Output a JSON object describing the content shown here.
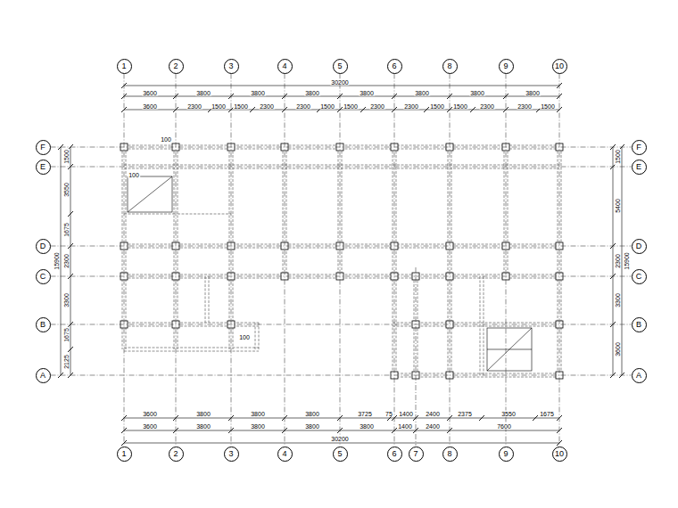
{
  "diagram": {
    "nodes": [
      {
        "text": [
          "1"
        ]
      },
      {
        "text": [
          "2"
        ]
      },
      {
        "text": [
          "3"
        ]
      },
      {
        "text": [
          "4"
        ]
      },
      {
        "text": [
          "5"
        ]
      },
      {
        "text": [
          "6"
        ]
      },
      {
        "text": [
          "8"
        ]
      },
      {
        "text": [
          "9"
        ]
      },
      {
        "text": [
          "10"
        ]
      },
      {
        "text": [
          "F"
        ]
      },
      {
        "text": [
          "E"
        ]
      },
      {
        "text": [
          "D"
        ]
      },
      {
        "text": [
          "C"
        ]
      },
      {
        "text": [
          "B"
        ]
      },
      {
        "text": [
          "A"
        ]
      },
      {
        "text": [
          "F"
        ]
      },
      {
        "text": [
          "E"
        ]
      },
      {
        "text": [
          "D"
        ]
      },
      {
        "text": [
          "C"
        ]
      },
      {
        "text": [
          "B"
        ]
      },
      {
        "text": [
          "A"
        ]
      },
      {
        "text": [
          "1"
        ]
      },
      {
        "text": [
          "2"
        ]
      },
      {
        "text": [
          "3"
        ]
      },
      {
        "text": [
          "4"
        ]
      },
      {
        "text": [
          "5"
        ]
      },
      {
        "text": [
          "6"
        ]
      },
      {
        "text": [
          "7"
        ]
      },
      {
        "text": [
          "8"
        ]
      },
      {
        "text": [
          "9"
        ]
      },
      {
        "text": [
          "10"
        ]
      }
    ],
    "edges": [
      {
        "from": 0,
        "to": 21,
        "arrow": "none"
      },
      {
        "from": 1,
        "to": 22,
        "arrow": "none"
      },
      {
        "from": 2,
        "to": 23,
        "arrow": "none"
      },
      {
        "from": 3,
        "to": 24,
        "arrow": "none"
      },
      {
        "from": 4,
        "to": 25,
        "arrow": "none"
      },
      {
        "from": 5,
        "to": 26,
        "arrow": "none"
      },
      {
        "from": 6,
        "to": 28,
        "arrow": "none"
      },
      {
        "from": 7,
        "to": 29,
        "arrow": "none"
      },
      {
        "from": 8,
        "to": 30,
        "arrow": "none"
      },
      {
        "from": 9,
        "to": 15,
        "arrow": "none"
      },
      {
        "from": 10,
        "to": 16,
        "arrow": "none"
      },
      {
        "from": 11,
        "to": 17,
        "arrow": "none"
      },
      {
        "from": 12,
        "to": 18,
        "arrow": "none"
      },
      {
        "from": 13,
        "to": 19,
        "arrow": "none"
      },
      {
        "from": 14,
        "to": 20,
        "arrow": "none"
      }
    ],
    "labels": [
      "30200",
      "3600",
      "3800",
      "3800",
      "3800",
      "3800",
      "3800",
      "3800",
      "3800",
      "3600",
      "2300",
      "1500",
      "1500",
      "2300",
      "2300",
      "1500",
      "1500",
      "2300",
      "2300",
      "1500",
      "1500",
      "2300",
      "2300",
      "1500",
      "3600",
      "3800",
      "3800",
      "3800",
      "3725",
      "75",
      "1400",
      "2400",
      "2375",
      "3550",
      "1675",
      "3600",
      "3800",
      "3800",
      "3800",
      "3800",
      "1400",
      "2400",
      "7600",
      "30200",
      "1500",
      "3550",
      "1675",
      "2300",
      "3300",
      "1675",
      "2125",
      "15900",
      "1500",
      "5400",
      "2300",
      "3300",
      "3600",
      "15900",
      "100",
      "100",
      "100"
    ]
  }
}
